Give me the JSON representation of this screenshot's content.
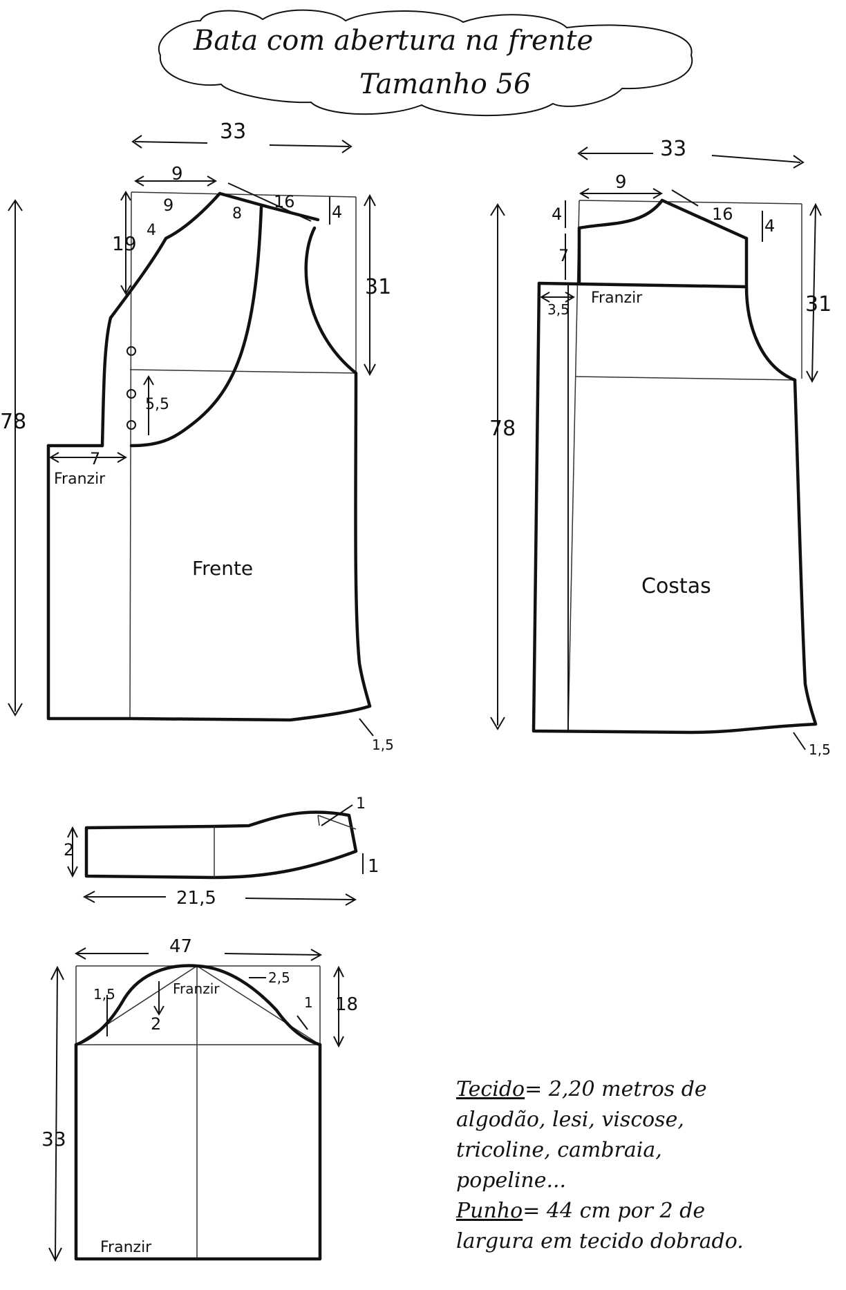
{
  "title": {
    "line1": "Bata com abertura na frente",
    "line2": "Tamanho 56"
  },
  "front": {
    "name": "Frente",
    "width": "33",
    "length": "78",
    "side_height": "31",
    "neck_width": "9",
    "neck_depth_9": "9",
    "neck_offset": "4",
    "neck_drop": "19",
    "facing": "8",
    "shoulder": "16",
    "shoulder_drop": "4",
    "button_spacing": "5,5",
    "gather_width": "7",
    "gather_label": "Franzir",
    "hem_rise": "1,5"
  },
  "back": {
    "name": "Costas",
    "width": "33",
    "length": "78",
    "side_height": "31",
    "neck_width": "9",
    "neck_depth": "4",
    "yoke_depth": "7",
    "shoulder": "16",
    "shoulder_drop": "4",
    "gather_offset": "3,5",
    "gather_label": "Franzir",
    "hem_rise": "1,5"
  },
  "collar": {
    "length": "21,5",
    "height": "2",
    "tip_rise": "1",
    "tip_drop": "1"
  },
  "sleeve": {
    "width": "47",
    "cap_height": "18",
    "body_length": "33",
    "cap_left": "1,5",
    "cap_right": "2,5",
    "cap_center": "2",
    "cap_edge": "1",
    "cap_label": "Franzir",
    "cuff_label": "Franzir"
  },
  "notes": {
    "fabric_label": "Tecido",
    "fabric_text": "= 2,20 metros de algodão, lesi, viscose, tricoline, cambraia, popeline...",
    "cuff_label": "Punho",
    "cuff_text": "= 44 cm por 2 de largura em tecido dobrado."
  }
}
